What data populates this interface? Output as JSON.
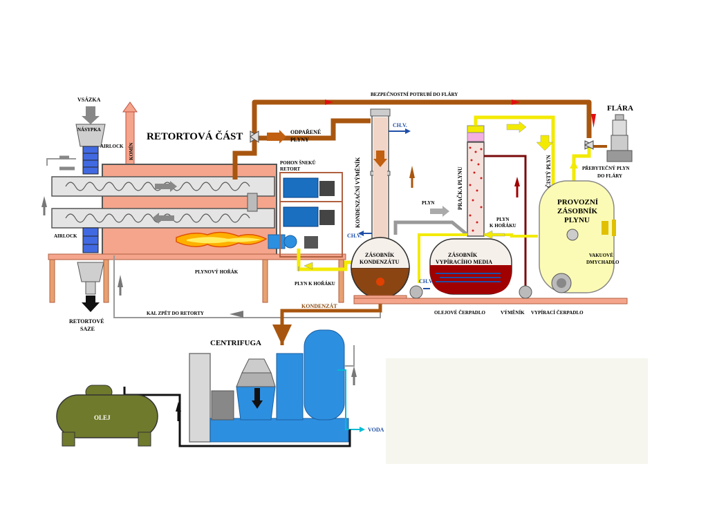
{
  "labels": {
    "vsazka": "VSÁZKA",
    "nasypka": "NÁSYPKA",
    "airlock_top": "AIRLOCK",
    "airlock_bottom": "AIRLOCK",
    "komin": "KOMÍN",
    "retortova_cast": "RETORTOVÁ ČÁST",
    "odparene_plyny_1": "ODPAŘENÉ",
    "odparene_plyny_2": "PLYNY",
    "pohon_1": "POHON ŠNEKŮ",
    "pohon_2": "RETORT",
    "plynovy_horak": "PLYNOVÝ HOŘÁK",
    "plyn_k_horaku_left": "PLYN K HOŘÁKU",
    "retortove_saze_1": "RETORTOVÉ",
    "retortove_saze_2": "SAZE",
    "kal_zpet": "KAL ZPĚT DO RETORTY",
    "kondenzat": "KONDENZÁT",
    "bezpecnostni": "BEZPEČNOSTNÍ POTRUBÍ DO FLÁRY",
    "kondenzacni_vymenik": "KONDENZAČNÍ VÝMĚNÍK",
    "chv_top": "CH.V.",
    "chv_mid": "CH.V.",
    "chv_bottom": "CH.V.",
    "zasobnik_kondenzatu_1": "ZÁSOBNÍK",
    "zasobnik_kondenzatu_2": "KONDENZÁTU",
    "plyn": "PLYN",
    "pracka_plynu": "PRAČKA PLYNU",
    "plyn_k_horaku_right_1": "PLYN",
    "plyn_k_horaku_right_2": "K HOŘÁKU",
    "zasobnik_media_1": "ZÁSOBNÍK",
    "zasobnik_media_2": "VYPÍRACÍHO MEDIA",
    "cisty_plyn": "ČISTÝ PLYN",
    "flara": "FLÁRA",
    "prebytecny_1": "PŘEBYTEČNÝ PLYN",
    "prebytecny_2": "DO FLÁRY",
    "provozni_1": "PROVOZNÍ",
    "provozni_2": "ZÁSOBNÍK",
    "provozni_3": "PLYNU",
    "vakuove_1": "VAKUOVÉ",
    "vakuove_2": "DMYCHADLO",
    "olejove_cerpadlo": "OLEJOVÉ ČERPADLO",
    "vymenik": "VÝMĚNÍK",
    "vypiraci_cerpadlo": "VYPÍRACÍ ČERPADLO",
    "centrifuga": "CENTRIFUGA",
    "olej": "OLEJ",
    "voda": "VODA"
  },
  "colors": {
    "brown_pipe": "#a8560f",
    "gray_pipe": "#9a9a9a",
    "yellow_pipe": "#f2ea00",
    "blue_eq": "#2d8fe0",
    "oil_tank": "#6f7a2c",
    "retort_fill": "#f4a58c",
    "red_liquid": "#a00000",
    "gas_tank": "#fbfbb5",
    "note_box": "#f6f6ef"
  }
}
